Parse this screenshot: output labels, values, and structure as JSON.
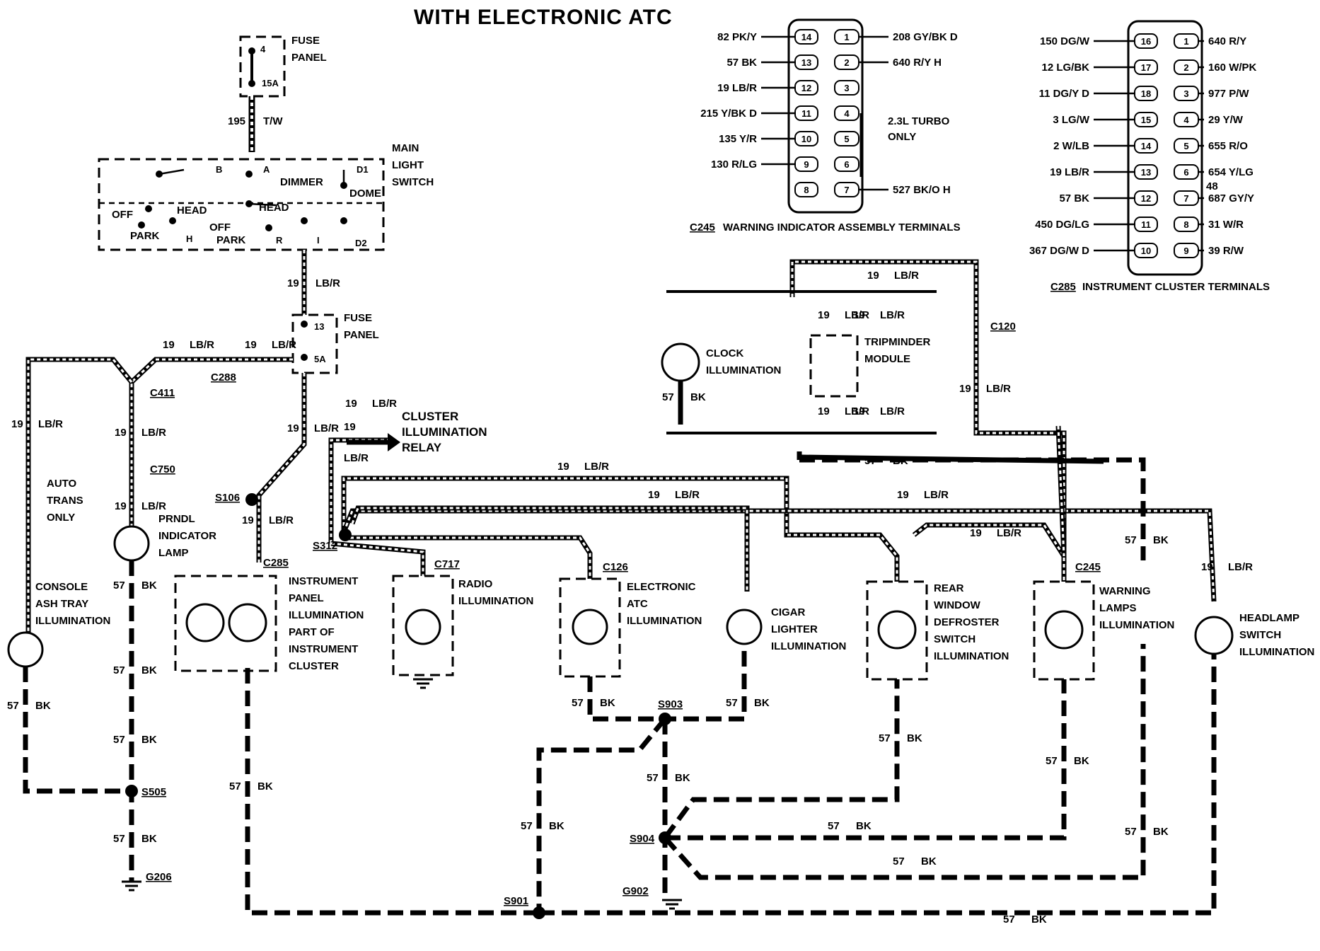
{
  "title": "WITH ELECTRONIC ATC",
  "c245": {
    "caption_ref": "C245",
    "caption": "WARNING INDICATOR ASSEMBLY TERMINALS",
    "note": [
      "2.3L TURBO",
      "ONLY"
    ],
    "left": [
      {
        "wire": "82 PK/Y",
        "pin": "14"
      },
      {
        "wire": "57 BK",
        "pin": "13"
      },
      {
        "wire": "19 LB/R",
        "pin": "12"
      },
      {
        "wire": "215 Y/BK D",
        "pin": "11"
      },
      {
        "wire": "135 Y/R",
        "pin": "10"
      },
      {
        "wire": "130 R/LG",
        "pin": "9"
      },
      {
        "wire": "",
        "pin": "8"
      }
    ],
    "right": [
      {
        "wire": "208 GY/BK D",
        "pin": "1"
      },
      {
        "wire": "640 R/Y H",
        "pin": "2"
      },
      {
        "wire": "",
        "pin": "3"
      },
      {
        "wire": "",
        "pin": "4"
      },
      {
        "wire": "",
        "pin": "5"
      },
      {
        "wire": "",
        "pin": "6"
      },
      {
        "wire": "527 BK/O H",
        "pin": "7"
      }
    ]
  },
  "c285": {
    "caption_ref": "C285",
    "caption": "INSTRUMENT CLUSTER TERMINALS",
    "left": [
      {
        "wire": "150 DG/W",
        "pin": "16"
      },
      {
        "wire": "12 LG/BK",
        "pin": "17"
      },
      {
        "wire": "11 DG/Y D",
        "pin": "18"
      },
      {
        "wire": "3 LG/W",
        "pin": "15"
      },
      {
        "wire": "2 W/LB",
        "pin": "14"
      },
      {
        "wire": "19 LB/R",
        "pin": "13"
      },
      {
        "wire": "57 BK",
        "pin": "12"
      },
      {
        "wire": "450 DG/LG",
        "pin": "11"
      },
      {
        "wire": "367 DG/W D",
        "pin": "10"
      }
    ],
    "right": [
      {
        "wire": "640 R/Y",
        "pin": "1"
      },
      {
        "wire": "160 W/PK",
        "pin": "2"
      },
      {
        "wire": "977 P/W",
        "pin": "3"
      },
      {
        "wire": "29 Y/W",
        "pin": "4"
      },
      {
        "wire": "655 R/O",
        "pin": "5"
      },
      {
        "wire": "654 Y/LG",
        "pin": "6"
      },
      {
        "wire": "687 GY/Y",
        "pin": "7"
      },
      {
        "wire": "31 W/R",
        "pin": "8"
      },
      {
        "wire": "39 R/W",
        "pin": "9"
      }
    ],
    "extra": "48"
  },
  "components": {
    "fuse_top": {
      "label": [
        "FUSE",
        "PANEL"
      ],
      "pin": "4",
      "rating": "15A"
    },
    "main_switch": {
      "label": [
        "MAIN",
        "LIGHT",
        "SWITCH"
      ],
      "terms": [
        "B",
        "A",
        "D1",
        "DIMMER",
        "DOME",
        "HEAD",
        "HEAD",
        "OFF",
        "OFF",
        "PARK",
        "PARK",
        "H",
        "R",
        "I",
        "D2"
      ]
    },
    "fuse_mid": {
      "label": [
        "FUSE",
        "PANEL"
      ],
      "pin": "13",
      "rating": "5A"
    },
    "relay": [
      "CLUSTER",
      "ILLUMINATION",
      "RELAY"
    ],
    "auto_trans": [
      "AUTO",
      "TRANS",
      "ONLY"
    ],
    "prndl": [
      "PRNDL",
      "INDICATOR",
      "LAMP"
    ],
    "console": [
      "CONSOLE",
      "ASH TRAY",
      "ILLUMINATION"
    ],
    "instrument": [
      "INSTRUMENT",
      "PANEL",
      "ILLUMINATION",
      "PART OF",
      "INSTRUMENT",
      "CLUSTER"
    ],
    "radio": [
      "RADIO",
      "ILLUMINATION"
    ],
    "atc": [
      "ELECTRONIC",
      "ATC",
      "ILLUMINATION"
    ],
    "cigar": [
      "CIGAR",
      "LIGHTER",
      "ILLUMINATION"
    ],
    "defroster": [
      "REAR",
      "WINDOW",
      "DEFROSTER",
      "SWITCH",
      "ILLUMINATION"
    ],
    "warning": [
      "WARNING",
      "LAMPS",
      "ILLUMINATION"
    ],
    "headlamp": [
      "HEADLAMP",
      "SWITCH",
      "ILLUMINATION"
    ],
    "clock": [
      "CLOCK",
      "ILLUMINATION"
    ],
    "tripminder": [
      "TRIPMINDER",
      "MODULE"
    ]
  },
  "connectors": [
    "C411",
    "C750",
    "C288",
    "S106",
    "C285",
    "S312",
    "C717",
    "C126",
    "C245",
    "C120",
    "S505",
    "G206",
    "S903",
    "S904",
    "G902",
    "S901"
  ],
  "wires": {
    "w195": "195",
    "tw": "T/W",
    "n19": "19",
    "lbr": "LB/R",
    "n57": "57",
    "bk": "BK",
    "bk_end": "BK."
  }
}
